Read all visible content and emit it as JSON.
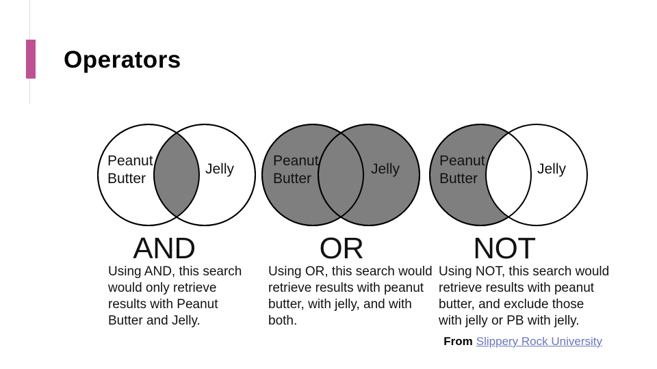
{
  "theme": {
    "accent_bar_color": "#bf5192",
    "venn_gray": "#7f7f7f",
    "circle_outline_color": "#000000",
    "link_color": "#6a76c1",
    "text_color": "#111111"
  },
  "header": {
    "title": "Operators"
  },
  "operators": [
    {
      "name": "AND",
      "venn": {
        "left_line1": "Peanut",
        "left_line2": "Butter",
        "right": "Jelly",
        "shaded_region": "intersection"
      },
      "desc_lines": [
        "Using AND, this search",
        "would only retrieve",
        "results with Peanut",
        "Butter and Jelly."
      ]
    },
    {
      "name": "OR",
      "venn": {
        "left_line1": "Peanut",
        "left_line2": "Butter",
        "right": "Jelly",
        "shaded_region": "both-circles"
      },
      "desc_lines": [
        "Using OR, this search would",
        "retrieve results with peanut",
        "butter, with jelly, and with",
        "both."
      ]
    },
    {
      "name": "NOT",
      "venn": {
        "left_line1": "Peanut",
        "left_line2": "Butter",
        "right": "Jelly",
        "shaded_region": "left-only"
      },
      "desc_lines": [
        "Using NOT, this search would",
        "retrieve results with peanut",
        "butter, and exclude those",
        "with jelly or PB with jelly."
      ]
    }
  ],
  "attribution": {
    "prefix": "From",
    "link_text": "Slippery Rock University"
  }
}
